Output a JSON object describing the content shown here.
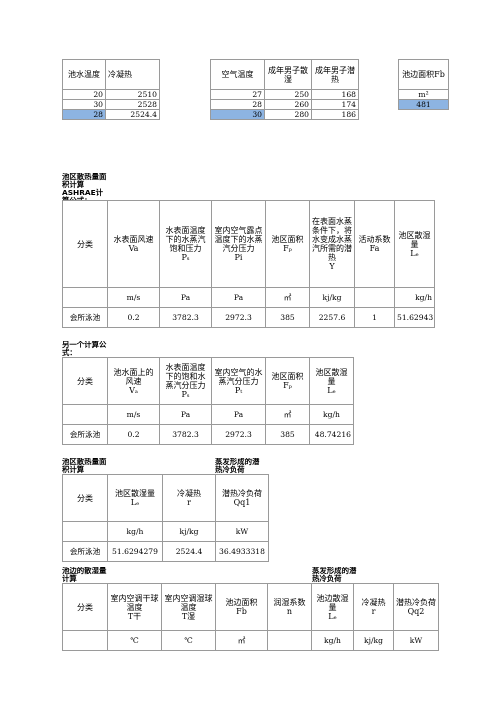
{
  "table_pool_water": {
    "headers": [
      "池水温度",
      "冷凝热"
    ],
    "rows": [
      [
        "20",
        "2510"
      ],
      [
        "30",
        "2528"
      ],
      [
        "28",
        "2524.4"
      ]
    ]
  },
  "table_air_temp": {
    "headers": [
      "空气温度",
      "成年男子散湿",
      "成年男子潜热"
    ],
    "rows": [
      [
        "27",
        "250",
        "168"
      ],
      [
        "28",
        "260",
        "174"
      ],
      [
        "30",
        "280",
        "186"
      ]
    ]
  },
  "table_pool_area": {
    "header": "池边面积Fb",
    "unit": "m²",
    "value": "481"
  },
  "section1": {
    "heading": "池区散热量面积计算ASHRAE计算公式：",
    "headers": [
      "分类",
      "水表面风速\nVa",
      "水表面温度下的水蒸汽饱和压力\nPₛ",
      "室内空气露点温度下的水蒸汽分压力\nPi",
      "池区面积\nFₚ",
      "在表面水蒸条件下，将水变成水蒸汽所需的潜热\nY",
      "活动系数\nFa",
      "池区散湿量\nLₑ"
    ],
    "units": [
      "m/s",
      "Pa",
      "Pa",
      "㎡",
      "kj/kg",
      "",
      "kg/h"
    ],
    "row": [
      "会所泳池",
      "0.2",
      "3782.3",
      "2972.3",
      "385",
      "2257.6",
      "1",
      "51.62943"
    ]
  },
  "section2": {
    "heading": "另一个计算公式：",
    "headers": [
      "分类",
      "池水面上的风速\nVₐ",
      "水表面温度下的饱和水蒸汽分压力\nPₛ",
      "室内空气的水蒸汽分压力\nPₜ",
      "池区面积\nFₚ",
      "池区散湿量\nLₑ"
    ],
    "units": [
      "m/s",
      "Pa",
      "Pa",
      "㎡",
      "kg/h"
    ],
    "row": [
      "会所泳池",
      "0.2",
      "3782.3",
      "2972.3",
      "385",
      "48.74216"
    ]
  },
  "section3": {
    "heading_left": "池区散热量面积计算",
    "heading_right": "蒸发形成的潜热冷负荷",
    "headers": [
      "分类",
      "池区散湿量\nLₑ",
      "冷凝热\nr",
      "潜热冷负荷\nQq1"
    ],
    "units": [
      "kg/h",
      "kj/kg",
      "kW"
    ],
    "row": [
      "会所泳池",
      "51.6294279",
      "2524.4",
      "36.4933318"
    ]
  },
  "section4": {
    "heading_left": "池边的散湿量计算",
    "heading_right": "蒸发形成的潜热冷负荷",
    "headers": [
      "分类",
      "室内空调干球温度\nT干",
      "室内空调湿球温度\nT湿",
      "池边面积\nFb",
      "润湿系数\nn",
      "池边散湿量\nLₑ",
      "冷凝热\nr",
      "潜热冷负荷\nQq2"
    ],
    "units": [
      "℃",
      "℃",
      "㎡",
      "",
      "kg/h",
      "kj/kg",
      "kW"
    ]
  }
}
